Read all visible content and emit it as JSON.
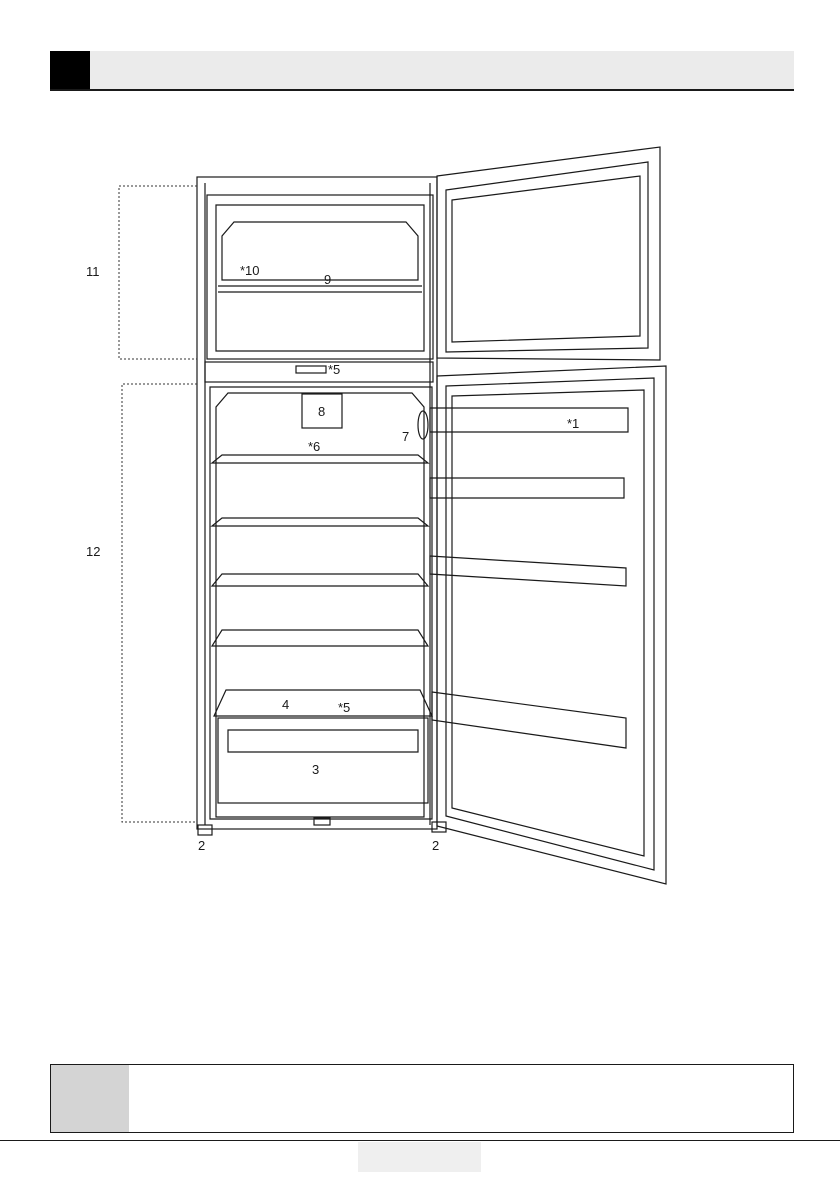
{
  "header": {
    "title": ""
  },
  "callouts": {
    "c1": "*1",
    "c2_left": "2",
    "c2_right": "2",
    "c3": "3",
    "c4": "4",
    "c5_top": "*5",
    "c5_bottom": "*5",
    "c6": "*6",
    "c7": "7",
    "c8": "8",
    "c9": "9",
    "c10": "*10",
    "c11": "11",
    "c12": "12"
  },
  "note": {
    "text": ""
  },
  "footer": {
    "page": ""
  },
  "colors": {
    "header_bg": "#ebebeb",
    "header_square": "#000000",
    "note_side": "#d4d4d4",
    "line": "#1a1a1a"
  }
}
